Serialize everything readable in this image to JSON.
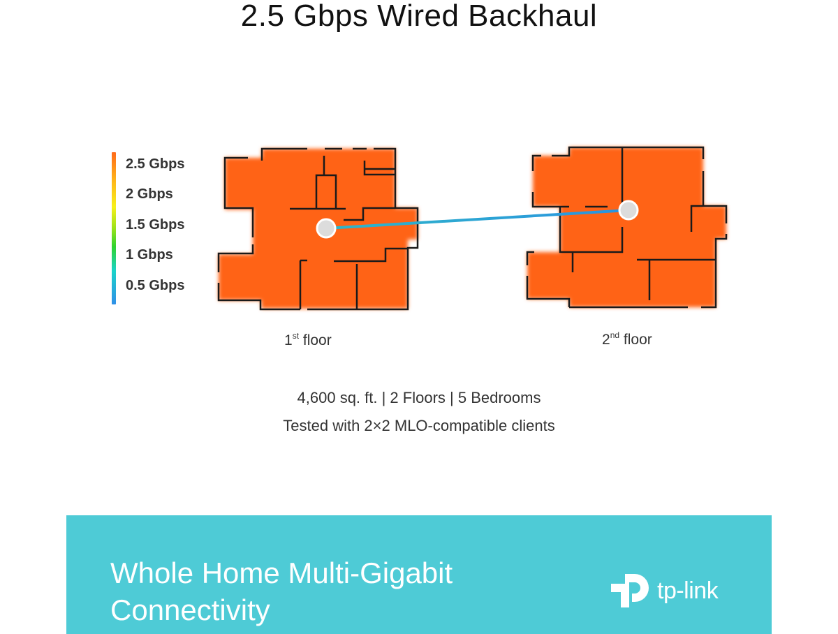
{
  "header": {
    "title": "2.5 Gbps Wired Backhaul"
  },
  "legend": {
    "gradient_colors": [
      "#ff6a1a",
      "#ffb31a",
      "#f7f01a",
      "#2fd32f",
      "#1ad3c9",
      "#2f8fe8"
    ],
    "labels": [
      "2.5 Gbps",
      "2 Gbps",
      "1.5 Gbps",
      "1 Gbps",
      "0.5 Gbps"
    ]
  },
  "floors": [
    {
      "number": "1",
      "suffix": "st",
      "label": "floor",
      "coverage_color": "#ff6418"
    },
    {
      "number": "2",
      "suffix": "nd",
      "label": "floor",
      "coverage_color": "#ff6418"
    }
  ],
  "backhaul_link": {
    "color_start": "#2fb6c8",
    "color_end": "#2a93e0"
  },
  "stats": {
    "line1": "4,600 sq. ft. | 2 Floors | 5 Bedrooms",
    "line2": "Tested with 2×2 MLO-compatible clients"
  },
  "banner": {
    "line1": "Whole Home Multi-Gigabit",
    "line2": "Connectivity",
    "background": "#4ecbd6",
    "brand": "tp-link"
  }
}
